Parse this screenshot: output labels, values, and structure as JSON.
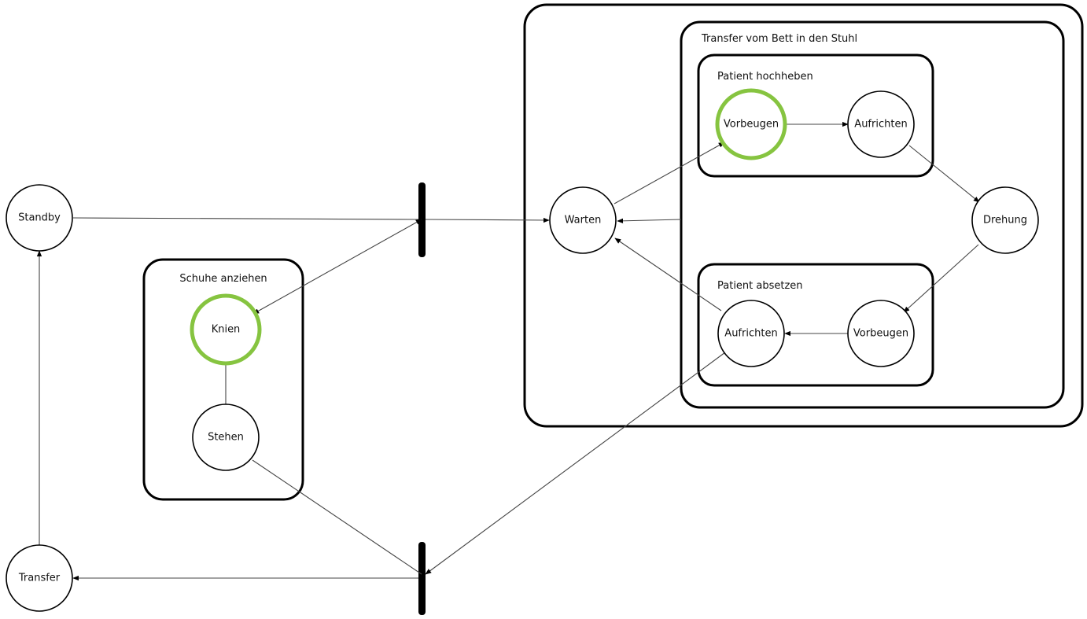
{
  "groups": {
    "outer_label": "",
    "transfer": "Transfer vom Bett in den Stuhl",
    "hochheben": "Patient hochheben",
    "absetzen": "Patient absetzen",
    "schuhe": "Schuhe anziehen"
  },
  "states": {
    "standby": "Standby",
    "transfer": "Transfer",
    "knien": "Knien",
    "stehen": "Stehen",
    "warten": "Warten",
    "vorbeugen_hoch": "Vorbeugen",
    "aufrichten_hoch": "Aufrichten",
    "drehung": "Drehung",
    "vorbeugen_ab": "Vorbeugen",
    "aufrichten_ab": "Aufrichten"
  },
  "active_states": [
    "knien",
    "vorbeugen_hoch"
  ],
  "colors": {
    "active": "#86c440",
    "stroke": "#000000"
  }
}
